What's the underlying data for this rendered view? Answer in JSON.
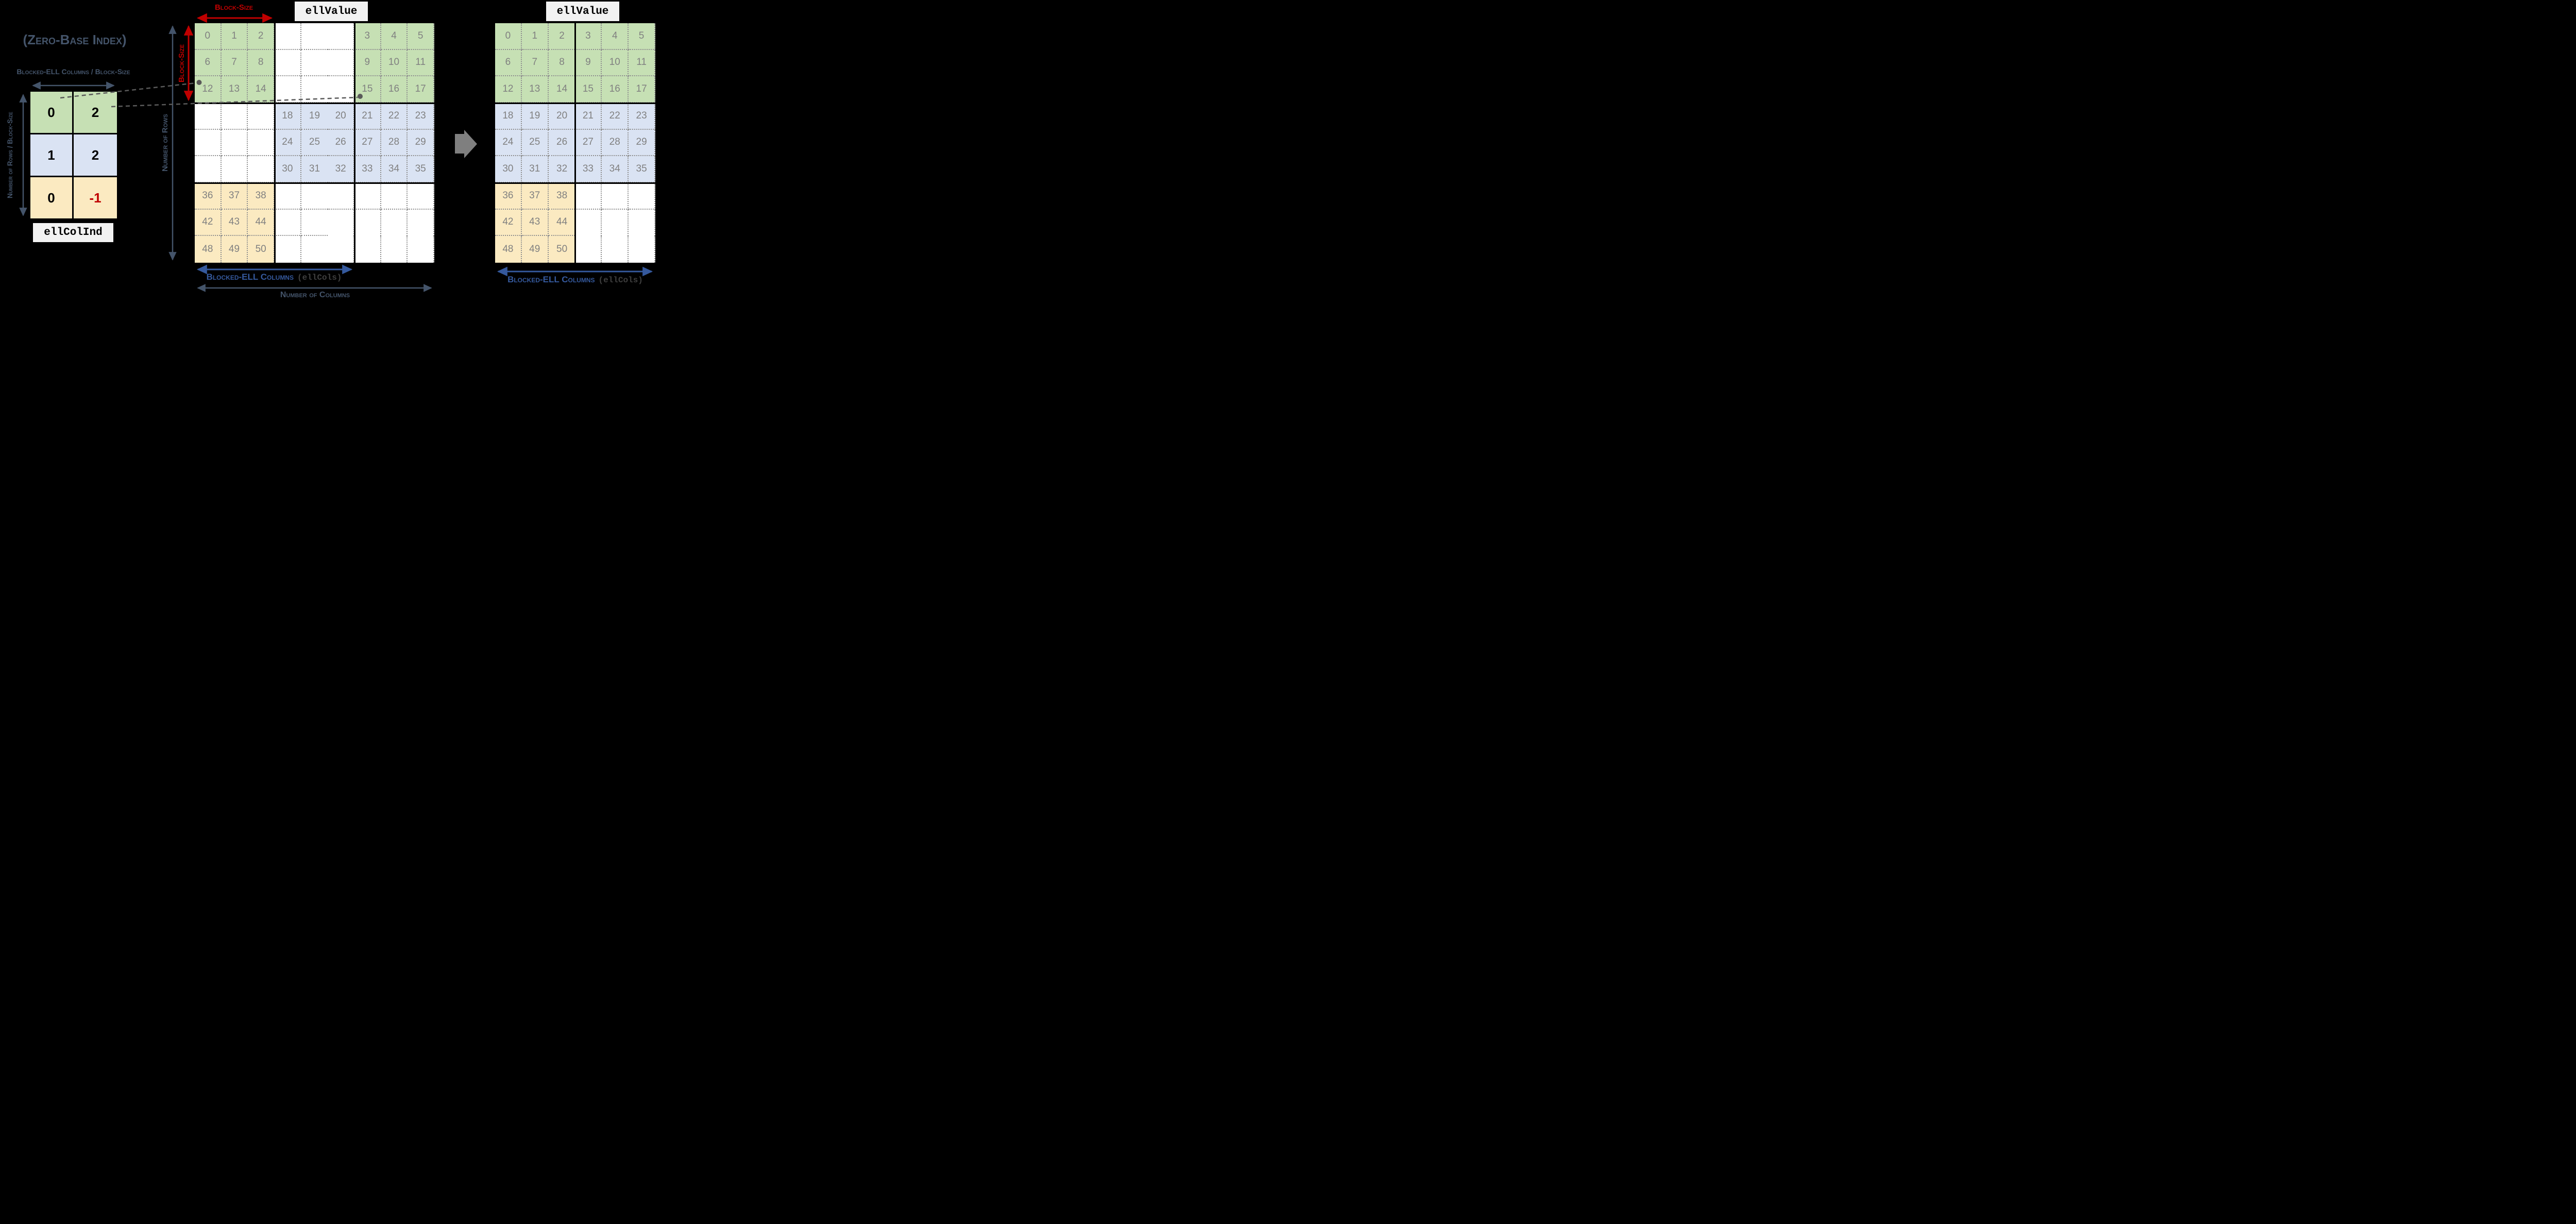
{
  "colors": {
    "navy": "#44546A",
    "bright_blue": "#35599D",
    "red": "#C00000",
    "block_green": "#C6E0B4",
    "block_blue": "#DAE3F3",
    "block_yellow": "#FBEAC1",
    "cell_number_gray": "#808080",
    "leader_gray": "#595959",
    "code_box_bg": "#F2F2F2",
    "big_arrow_gray": "#7F7F7F"
  },
  "left_panel": {
    "zero_base_label": "(Zero-Base Index)",
    "top_axis_label": "Blocked-ELL Columns / Block-Size",
    "side_axis_label": "Number of Rows / Block-Size",
    "table_name": "ellColInd",
    "table": {
      "cols": 2,
      "cells": [
        {
          "v": "0",
          "c": "g"
        },
        {
          "v": "2",
          "c": "g"
        },
        {
          "v": "1",
          "c": "b"
        },
        {
          "v": "2",
          "c": "b"
        },
        {
          "v": "0",
          "c": "y"
        },
        {
          "v": "-1",
          "c": "y neg"
        }
      ]
    }
  },
  "middle_panel": {
    "matrix_name": "ellValue",
    "block_size_h_label": "Block-Size",
    "block_size_v_label": "Block-Size",
    "rows_axis_label": "Number of Rows",
    "ellcols_label": "Blocked-ELL Columns",
    "ellcols_code": "(ellCols)",
    "num_cols_label": "Number of Columns",
    "grid": {
      "cols": 9,
      "cells": [
        {
          "v": "0",
          "c": "g"
        },
        {
          "v": "1",
          "c": "g"
        },
        {
          "v": "2",
          "c": "g"
        },
        {
          "c": "w"
        },
        {
          "c": "w"
        },
        {
          "c": "w"
        },
        {
          "v": "3",
          "c": "g"
        },
        {
          "v": "4",
          "c": "g"
        },
        {
          "v": "5",
          "c": "g"
        },
        {
          "v": "6",
          "c": "g"
        },
        {
          "v": "7",
          "c": "g"
        },
        {
          "v": "8",
          "c": "g"
        },
        {
          "c": "w"
        },
        {
          "c": "w"
        },
        {
          "c": "w"
        },
        {
          "v": "9",
          "c": "g"
        },
        {
          "v": "10",
          "c": "g"
        },
        {
          "v": "11",
          "c": "g"
        },
        {
          "v": "12",
          "c": "g"
        },
        {
          "v": "13",
          "c": "g"
        },
        {
          "v": "14",
          "c": "g"
        },
        {
          "c": "w"
        },
        {
          "c": "w"
        },
        {
          "c": "w"
        },
        {
          "v": "15",
          "c": "g"
        },
        {
          "v": "16",
          "c": "g"
        },
        {
          "v": "17",
          "c": "g"
        },
        {
          "c": "w"
        },
        {
          "c": "w"
        },
        {
          "c": "w"
        },
        {
          "v": "18",
          "c": "b"
        },
        {
          "v": "19",
          "c": "b"
        },
        {
          "v": "20",
          "c": "b"
        },
        {
          "v": "21",
          "c": "b"
        },
        {
          "v": "22",
          "c": "b"
        },
        {
          "v": "23",
          "c": "b"
        },
        {
          "c": "w"
        },
        {
          "c": "w"
        },
        {
          "c": "w"
        },
        {
          "v": "24",
          "c": "b"
        },
        {
          "v": "25",
          "c": "b"
        },
        {
          "v": "26",
          "c": "b"
        },
        {
          "v": "27",
          "c": "b"
        },
        {
          "v": "28",
          "c": "b"
        },
        {
          "v": "29",
          "c": "b"
        },
        {
          "c": "w"
        },
        {
          "c": "w"
        },
        {
          "c": "w"
        },
        {
          "v": "30",
          "c": "b"
        },
        {
          "v": "31",
          "c": "b"
        },
        {
          "v": "32",
          "c": "b"
        },
        {
          "v": "33",
          "c": "b"
        },
        {
          "v": "34",
          "c": "b"
        },
        {
          "v": "35",
          "c": "b"
        },
        {
          "v": "36",
          "c": "y"
        },
        {
          "v": "37",
          "c": "y"
        },
        {
          "v": "38",
          "c": "y"
        },
        {
          "c": "w"
        },
        {
          "c": "w"
        },
        {
          "c": "w"
        },
        {
          "c": "w"
        },
        {
          "c": "w"
        },
        {
          "c": "w"
        },
        {
          "v": "42",
          "c": "y"
        },
        {
          "v": "43",
          "c": "y"
        },
        {
          "v": "44",
          "c": "y"
        },
        {
          "c": "w"
        },
        {
          "c": "w"
        },
        {
          "c": "w"
        },
        {
          "c": "w"
        },
        {
          "c": "w"
        },
        {
          "c": "w"
        },
        {
          "v": "48",
          "c": "y"
        },
        {
          "v": "49",
          "c": "y"
        },
        {
          "v": "50",
          "c": "y"
        },
        {
          "c": "w"
        },
        {
          "c": "w"
        },
        {
          "c": "w"
        },
        {
          "c": "w"
        },
        {
          "c": "w"
        },
        {
          "c": "w"
        }
      ]
    }
  },
  "right_panel": {
    "matrix_name": "ellValue",
    "ellcols_label": "Blocked-ELL Columns",
    "ellcols_code": "(ellCols)",
    "grid": {
      "cols": 6,
      "cells": [
        {
          "v": "0",
          "c": "g"
        },
        {
          "v": "1",
          "c": "g"
        },
        {
          "v": "2",
          "c": "g"
        },
        {
          "v": "3",
          "c": "g"
        },
        {
          "v": "4",
          "c": "g"
        },
        {
          "v": "5",
          "c": "g"
        },
        {
          "v": "6",
          "c": "g"
        },
        {
          "v": "7",
          "c": "g"
        },
        {
          "v": "8",
          "c": "g"
        },
        {
          "v": "9",
          "c": "g"
        },
        {
          "v": "10",
          "c": "g"
        },
        {
          "v": "11",
          "c": "g"
        },
        {
          "v": "12",
          "c": "g"
        },
        {
          "v": "13",
          "c": "g"
        },
        {
          "v": "14",
          "c": "g"
        },
        {
          "v": "15",
          "c": "g"
        },
        {
          "v": "16",
          "c": "g"
        },
        {
          "v": "17",
          "c": "g"
        },
        {
          "v": "18",
          "c": "b"
        },
        {
          "v": "19",
          "c": "b"
        },
        {
          "v": "20",
          "c": "b"
        },
        {
          "v": "21",
          "c": "b"
        },
        {
          "v": "22",
          "c": "b"
        },
        {
          "v": "23",
          "c": "b"
        },
        {
          "v": "24",
          "c": "b"
        },
        {
          "v": "25",
          "c": "b"
        },
        {
          "v": "26",
          "c": "b"
        },
        {
          "v": "27",
          "c": "b"
        },
        {
          "v": "28",
          "c": "b"
        },
        {
          "v": "29",
          "c": "b"
        },
        {
          "v": "30",
          "c": "b"
        },
        {
          "v": "31",
          "c": "b"
        },
        {
          "v": "32",
          "c": "b"
        },
        {
          "v": "33",
          "c": "b"
        },
        {
          "v": "34",
          "c": "b"
        },
        {
          "v": "35",
          "c": "b"
        },
        {
          "v": "36",
          "c": "y"
        },
        {
          "v": "37",
          "c": "y"
        },
        {
          "v": "38",
          "c": "y"
        },
        {
          "c": "w"
        },
        {
          "c": "w"
        },
        {
          "c": "w"
        },
        {
          "v": "42",
          "c": "y"
        },
        {
          "v": "43",
          "c": "y"
        },
        {
          "v": "44",
          "c": "y"
        },
        {
          "c": "w"
        },
        {
          "c": "w"
        },
        {
          "c": "w"
        },
        {
          "v": "48",
          "c": "y"
        },
        {
          "v": "49",
          "c": "y"
        },
        {
          "v": "50",
          "c": "y"
        },
        {
          "c": "w"
        },
        {
          "c": "w"
        },
        {
          "c": "w"
        }
      ]
    }
  }
}
